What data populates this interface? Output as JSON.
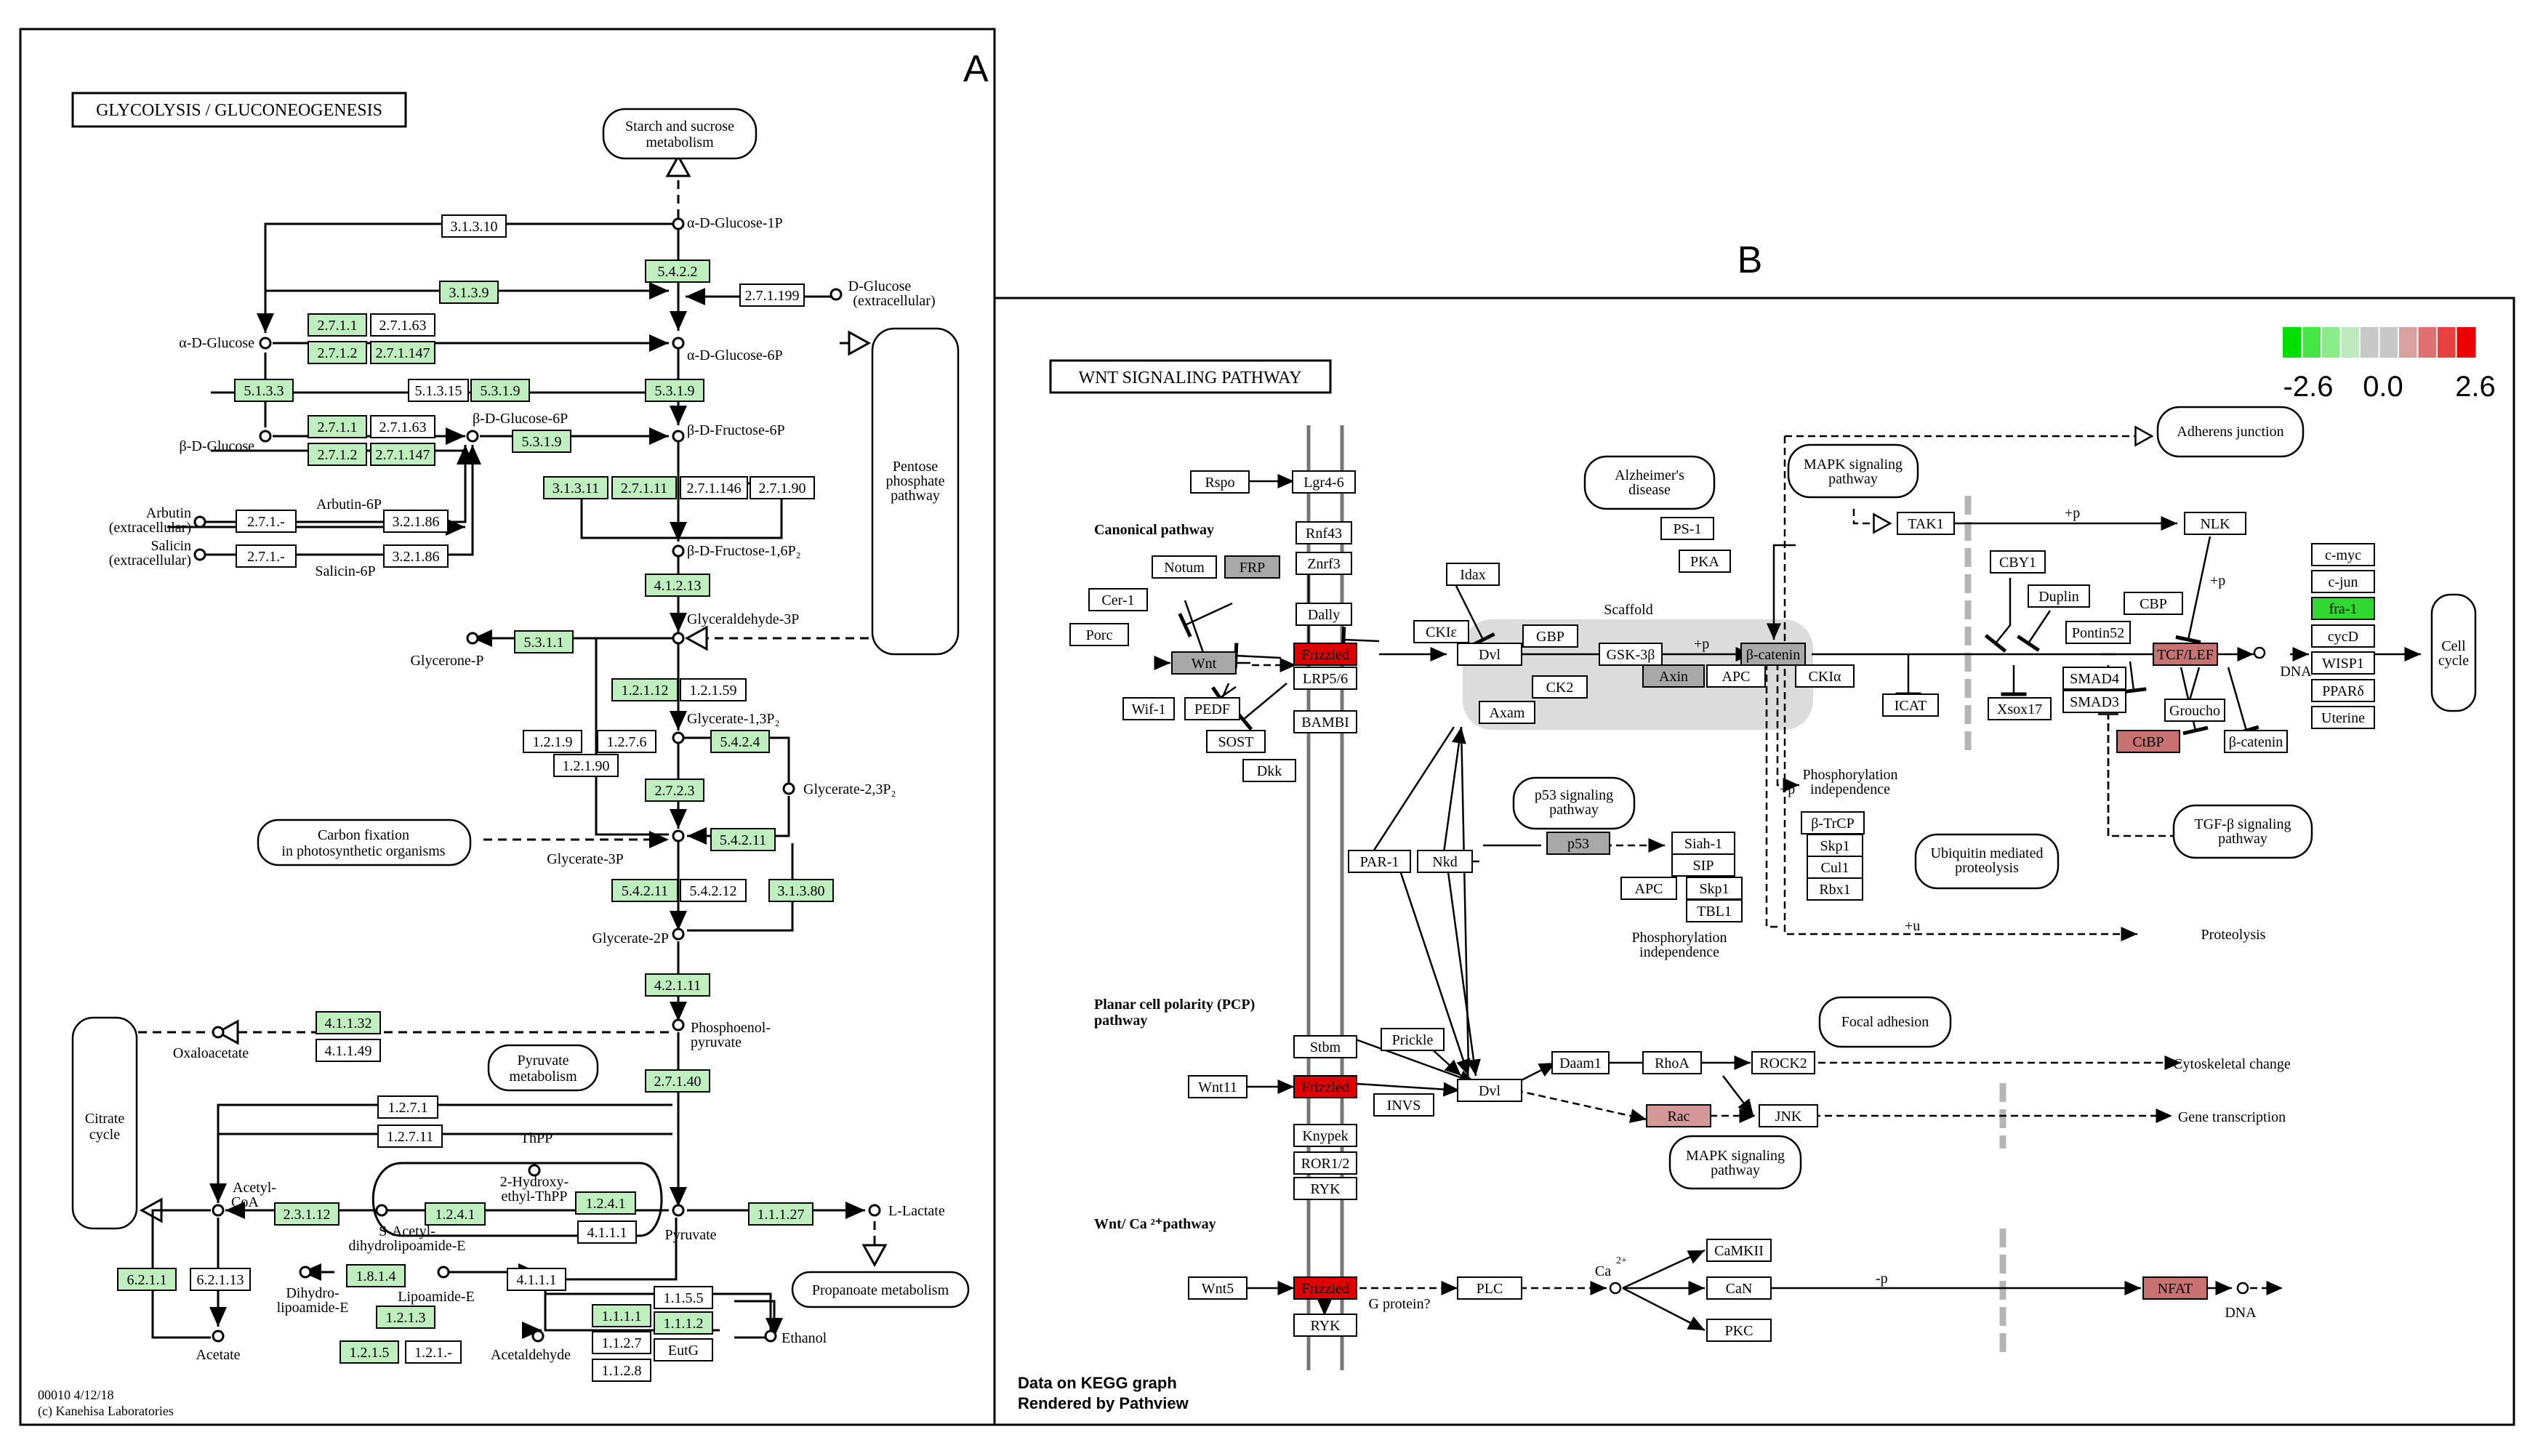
{
  "panelA": {
    "letter": "A",
    "title": "GLYCOLYSIS / GLUCONEOGENESIS",
    "footer_id": "00010 4/12/18",
    "footer_copy": "(c) Kanehisa Laboratories",
    "compounds": {
      "starch": [
        "Starch and sucrose",
        "metabolism"
      ],
      "a_glc1p": "α-D-Glucose-1P",
      "d_glc_ext": [
        "D-Glucose",
        "(extracellular)"
      ],
      "a_glc": "α-D-Glucose",
      "a_glc6p": "α-D-Glucose-6P",
      "b_glc": "β-D-Glucose",
      "b_glc6p": "β-D-Glucose-6P",
      "b_fru6p": "β-D-Fructose-6P",
      "arbutin_ext": [
        "Arbutin",
        "(extracellular)"
      ],
      "arbutin6p": "Arbutin-6P",
      "salicin_ext": [
        "Salicin",
        "(extracellular)"
      ],
      "salicin6p": "Salicin-6P",
      "b_fru16p2": "β-D-Fructose-1,6P₂",
      "pentose": [
        "Pentose",
        "phosphate",
        "pathway"
      ],
      "g3p": "Glyceraldehyde-3P",
      "glycerone": "Glycerone-P",
      "g13p2": "Glycerate-1,3P₂",
      "g23p2": "Glycerate-2,3P₂",
      "carbon": [
        "Carbon fixation",
        "in photosynthetic organisms"
      ],
      "g3p_ate": "Glycerate-3P",
      "g2p": "Glycerate-2P",
      "pep": [
        "Phosphoenol-",
        "pyruvate"
      ],
      "citrate": [
        "Citrate",
        "cycle"
      ],
      "oxalo": "Oxaloacetate",
      "pyr_met": [
        "Pyruvate",
        "metabolism"
      ],
      "acetyl": [
        "Acetyl-",
        "CoA"
      ],
      "thpp": "ThPP",
      "hydroxy": [
        "2-Hydroxy-",
        "ethyl-ThPP"
      ],
      "lactate": "L-Lactate",
      "s_acetyl": [
        "S-Acetyl-",
        "dihydrolipoamide-E"
      ],
      "dihydro": [
        "Dihydro-",
        "lipoamide-E"
      ],
      "lipoamide": "Lipoamide-E",
      "pyruvate": "Pyruvate",
      "propanoate": "Propanoate metabolism",
      "acetate": "Acetate",
      "acetaldehyde": "Acetaldehyde",
      "ethanol": "Ethanol"
    },
    "enzymes": {
      "e3_1_3_10": "3.1.3.10",
      "e5_4_2_2": "5.4.2.2",
      "e3_1_3_9": "3.1.3.9",
      "e2_7_1_199": "2.7.1.199",
      "e2_7_1_1a": "2.7.1.1",
      "e2_7_1_63a": "2.7.1.63",
      "e2_7_1_2a": "2.7.1.2",
      "e2_7_1_147a": "2.7.1.147",
      "e5_1_3_3": "5.1.3.3",
      "e5_1_3_15": "5.1.3.15",
      "e5_3_1_9a": "5.3.1.9",
      "e5_3_1_9b": "5.3.1.9",
      "e2_7_1_1b": "2.7.1.1",
      "e2_7_1_63b": "2.7.1.63",
      "e5_3_1_9c": "5.3.1.9",
      "e2_7_1_2b": "2.7.1.2",
      "e2_7_1_147b": "2.7.1.147",
      "e3_1_3_11": "3.1.3.11",
      "e2_7_1_11": "2.7.1.11",
      "e2_7_1_146": "2.7.1.146",
      "e2_7_1_90": "2.7.1.90",
      "e2_7_1_a": "2.7.1.-",
      "e3_2_1_86a": "3.2.1.86",
      "e2_7_1_b": "2.7.1.-",
      "e3_2_1_86b": "3.2.1.86",
      "e4_1_2_13": "4.1.2.13",
      "e5_3_1_1": "5.3.1.1",
      "e1_2_1_12": "1.2.1.12",
      "e1_2_1_59": "1.2.1.59",
      "e1_2_1_9": "1.2.1.9",
      "e1_2_7_6": "1.2.7.6",
      "e5_4_2_4": "5.4.2.4",
      "e1_2_1_90": "1.2.1.90",
      "e2_7_2_3": "2.7.2.3",
      "e5_4_2_11": "5.4.2.11",
      "e5_4_2_11b": "5.4.2.11",
      "e5_4_2_12": "5.4.2.12",
      "e3_1_3_80": "3.1.3.80",
      "e4_2_1_11": "4.2.1.11",
      "e4_1_1_32": "4.1.1.32",
      "e4_1_1_49": "4.1.1.49",
      "e2_7_1_40": "2.7.1.40",
      "e1_2_7_1": "1.2.7.1",
      "e1_2_7_11": "1.2.7.11",
      "e2_3_1_12": "2.3.1.12",
      "e1_2_4_1": "1.2.4.1",
      "e1_2_4_1b": "1.2.4.1",
      "e4_1_1_1": "4.1.1.1",
      "e1_1_1_27": "1.1.1.27",
      "e6_2_1_1": "6.2.1.1",
      "e6_2_1_13": "6.2.1.13",
      "e1_8_1_4": "1.8.1.4",
      "e4_1_1_1b": "4.1.1.1",
      "e1_1_5_5": "1.1.5.5",
      "e1_2_1_3": "1.2.1.3",
      "e1_1_1_1": "1.1.1.1",
      "e1_1_1_2": "1.1.1.2",
      "e1_1_2_7": "1.1.2.7",
      "e1_2_1_5": "1.2.1.5",
      "e1_2_1_": "1.2.1.-",
      "e_eutg": "EutG",
      "e1_1_2_8": "1.1.2.8"
    }
  },
  "panelB": {
    "letter": "B",
    "title": "WNT  SIGNALING  PATHWAY",
    "legend": {
      "min": "-2.6",
      "mid": "0.0",
      "max": "2.6",
      "colors": [
        "#00e000",
        "#44e644",
        "#88ec88",
        "#bdebbd",
        "#c8c8c8",
        "#c8c8c8",
        "#d9a0a0",
        "#e07070",
        "#e84040",
        "#ee0000"
      ]
    },
    "footer1": "Data on KEGG graph",
    "footer2": "Rendered by Pathview",
    "sections": {
      "canonical": "Canonical pathway",
      "pcp": [
        "Planar cell polarity (PCP)",
        "pathway"
      ],
      "wntca": "Wnt/ Ca ²⁺pathway"
    },
    "nodes": {
      "rspo": "Rspo",
      "lgr": "Lgr4-6",
      "rnf43": "Rnf43",
      "znrf3": "Znrf3",
      "notum": "Notum",
      "frp": "FRP",
      "cer1": "Cer-1",
      "porc": "Porc",
      "wnt": "Wnt",
      "dally": "Dally",
      "frizzled": "Frizzled",
      "lrp": "LRP5/6",
      "wif1": "Wif-1",
      "pedf": "PEDF",
      "sost": "SOST",
      "dkk": "Dkk",
      "bambi": "BAMBI",
      "alzheimer": [
        "Alzheimer's",
        "disease"
      ],
      "mapk1": [
        "MAPK signaling",
        "pathway"
      ],
      "adherens": "Adherens junction",
      "tak1": "TAK1",
      "nlk": "NLK",
      "ps1": "PS-1",
      "pka": "PKA",
      "idax": "Idax",
      "scaffold": "Scaffold",
      "ckie": "CKIε",
      "dvl1": "Dvl",
      "gbp": "GBP",
      "gsk": "GSK-3β",
      "bcat": "β-catenin",
      "axin": "Axin",
      "apc1": "APC",
      "ckia": "CKIα",
      "ck2": "CK2",
      "axam": "Axam",
      "cby1": "CBY1",
      "duplin": "Duplin",
      "pontin": "Pontin52",
      "cbp": "CBP",
      "icat": "ICAT",
      "xsox": "Xsox17",
      "smad4": "SMAD4",
      "smad3": "SMAD3",
      "tcf": "TCF/LEF",
      "groucho": "Groucho",
      "ctbp": "CtBP",
      "bcat2": "β-catenin",
      "dna1": "DNA",
      "cmyc": "c-myc",
      "cjun": "c-jun",
      "fra1": "fra-1",
      "cycd": "cycD",
      "wisp1": "WISP1",
      "ppard": "PPARδ",
      "uterine": "Uterine",
      "cellcycle": [
        "Cell",
        "cycle"
      ],
      "p53path": [
        "p53 signaling",
        "pathway"
      ],
      "p53": "p53",
      "siah": "Siah-1",
      "sip": "SIP",
      "apc2": "APC",
      "skp1a": "Skp1",
      "tbl1": "TBL1",
      "phos1": [
        "Phosphorylation",
        "independence"
      ],
      "btrcp": "β-TrCP",
      "skp1b": "Skp1",
      "cul1": "Cul1",
      "rbx1": "Rbx1",
      "phos2": [
        "Phosphorylation",
        "independence"
      ],
      "ubiq": [
        "Ubiquitin mediated",
        "proteolysis"
      ],
      "tgfb": [
        "TGF-β signaling",
        "pathway"
      ],
      "proteolysis": "Proteolysis",
      "par1": "PAR-1",
      "nkd": "Nkd",
      "focal": "Focal adhesion",
      "stbm": "Stbm",
      "prickle": "Prickle",
      "wnt11": "Wnt11",
      "frizzled2": "Frizzled",
      "invs": "INVS",
      "dvl2": "Dvl",
      "daam1": "Daam1",
      "rhoa": "RhoA",
      "rock2": "ROCK2",
      "cytoskeletal": "Cytoskeletal change",
      "rac": "Rac",
      "jnk": "JNK",
      "genetx": "Gene transcription",
      "mapk2": [
        "MAPK signaling",
        "pathway"
      ],
      "knypek": "Knypek",
      "ror": "ROR1/2",
      "ryk1": "RYK",
      "wnt5": "Wnt5",
      "frizzled3": "Frizzled",
      "gprot": "G protein?",
      "plc": "PLC",
      "ca": "Ca",
      "ca_sup": "2+",
      "camkii": "CaMKII",
      "can": "CaN",
      "pkc": "PKC",
      "nfat": "NFAT",
      "dna2": "DNA",
      "ryk2": "RYK",
      "lbl_p1": "+p",
      "lbl_p2": "+p",
      "lbl_p3": "+p",
      "lbl_p4": "+p",
      "lbl_u": "+u",
      "lbl_mp": "-p"
    }
  }
}
